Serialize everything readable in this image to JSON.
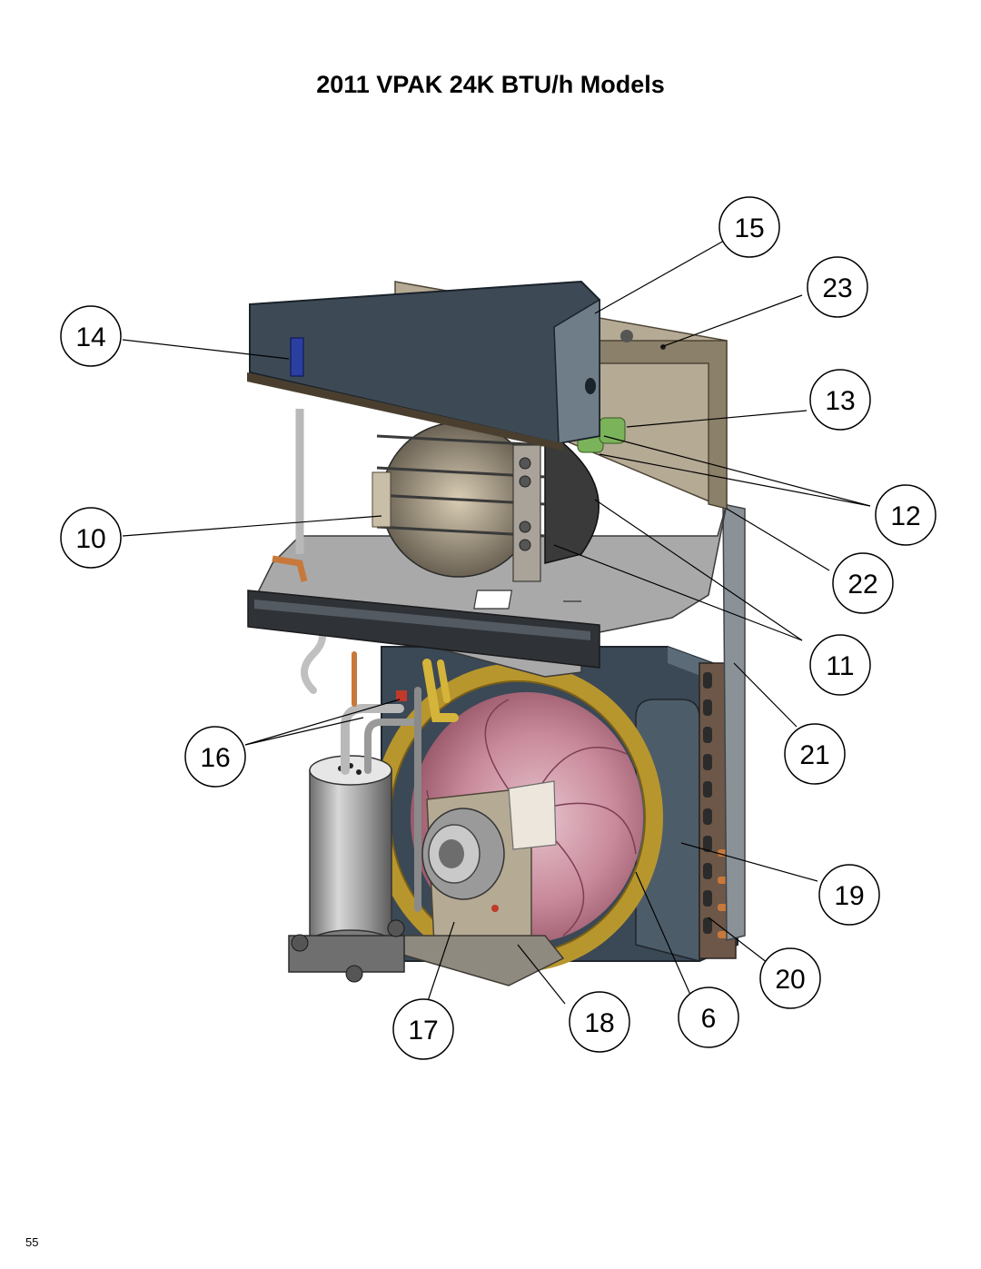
{
  "page": {
    "title": "2011 VPAK 24K BTU/h Models",
    "page_number": "55"
  },
  "callouts": {
    "c6": "6",
    "c10": "10",
    "c11": "11",
    "c12": "12",
    "c13": "13",
    "c14": "14",
    "c15": "15",
    "c16": "16",
    "c17": "17",
    "c18": "18",
    "c19": "19",
    "c20": "20",
    "c21": "21",
    "c22": "22",
    "c23": "23"
  },
  "colors": {
    "housing_dark": "#3d4a56",
    "housing_light": "#5c6b78",
    "panel_tan": "#b5aa94",
    "tray_gray": "#a9a9a9",
    "fan_pink": "#c98a9c",
    "ring_gold": "#b8962e",
    "coil_green": "#7bb35a",
    "label_blue": "#2a3fa0"
  }
}
